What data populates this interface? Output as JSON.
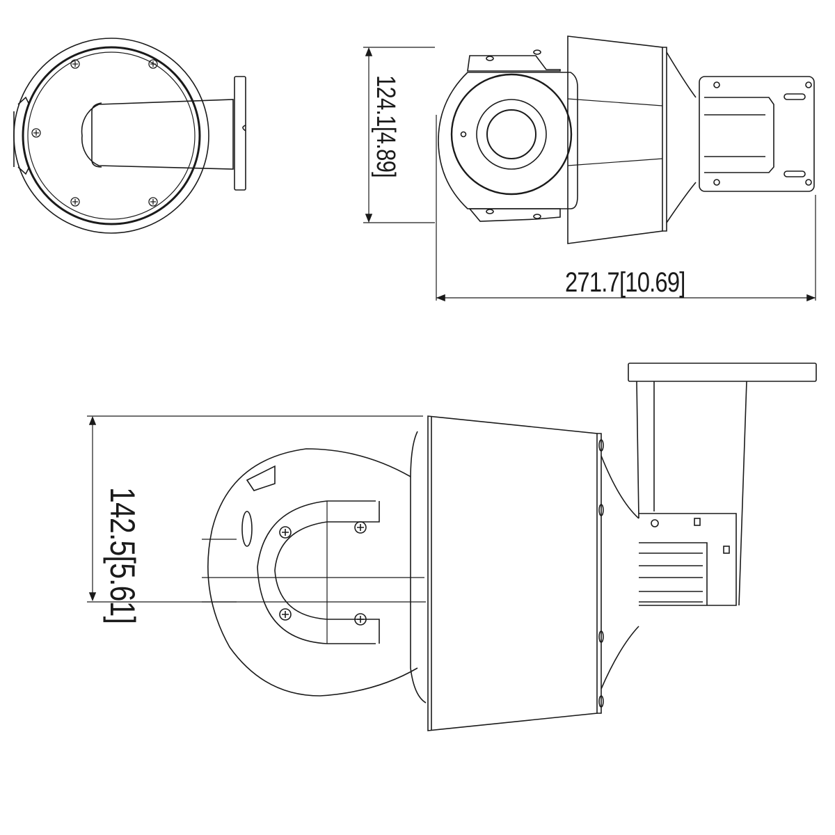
{
  "drawing": {
    "subject": "PTZ camera with wall-mount bracket",
    "views": [
      {
        "name": "front-view",
        "position": "top-left"
      },
      {
        "name": "top-view",
        "position": "top-right"
      },
      {
        "name": "side-view",
        "position": "bottom"
      }
    ],
    "dimensions": {
      "top_view_height": "124.1[4.89]",
      "top_view_length": "271.7[10.69]",
      "side_view_height": "142.5[5.61]"
    },
    "units": "mm [in]",
    "colors": {
      "line": "#1a1a1a",
      "background": "#ffffff"
    }
  }
}
